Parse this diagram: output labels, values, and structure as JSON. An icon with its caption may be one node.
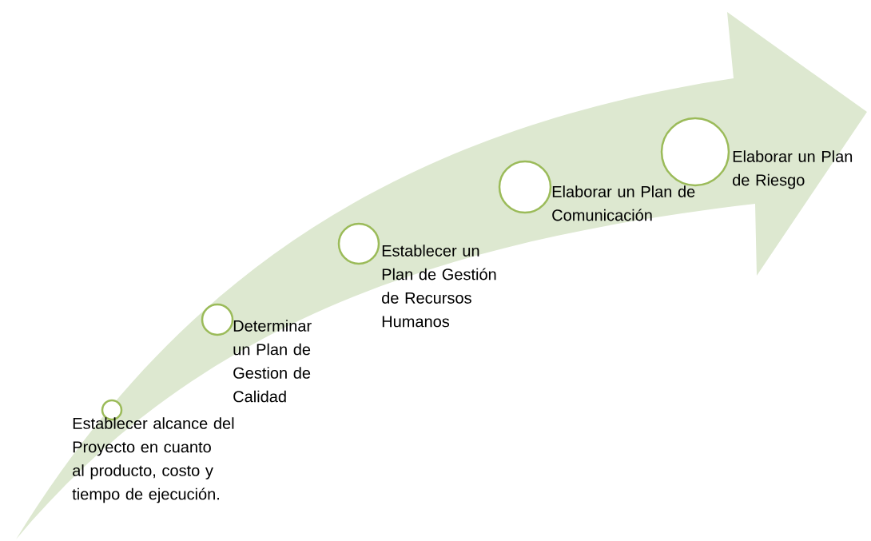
{
  "diagram": {
    "nodes": [
      {
        "text": [],
        "shape": "circle",
        "beside": [
          "Establecer alcance del Proyecto en cuanto al producto, costo y tiempo de ejecución."
        ]
      },
      {
        "text": [],
        "shape": "circle",
        "beside": [
          "Determinar un Plan de Gestion de Calidad"
        ]
      },
      {
        "text": [],
        "shape": "circle",
        "beside": [
          "Establecer un Plan de Gestión de Recursos Humanos"
        ]
      },
      {
        "text": [],
        "shape": "circle",
        "beside": [
          "Elaborar un Plan de Comunicación"
        ]
      },
      {
        "text": [],
        "shape": "circle",
        "beside": [
          "Elaborar un Plan de Riesgo"
        ]
      }
    ]
  }
}
